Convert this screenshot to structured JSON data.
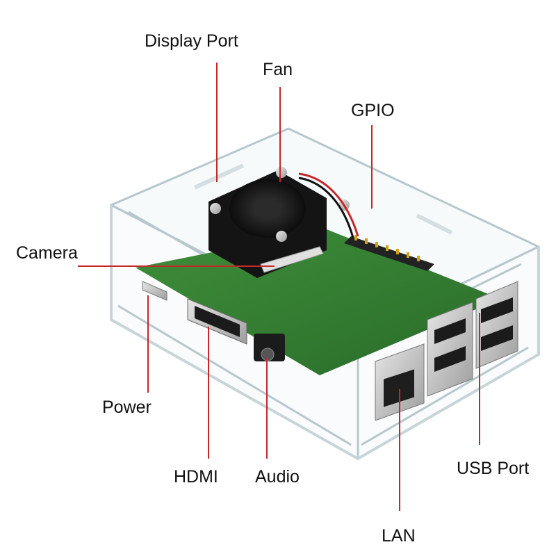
{
  "labels": {
    "display_port": "Display Port",
    "fan": "Fan",
    "gpio": "GPIO",
    "camera": "Camera",
    "power": "Power",
    "hdmi": "HDMI",
    "audio": "Audio",
    "lan": "LAN",
    "usb_port": "USB Port"
  },
  "colors": {
    "leader_line": "#c62828",
    "label_text": "#111111",
    "pcb": "#2e7d32",
    "acrylic_edge": "#b7c7cc",
    "fan": "#1a1a1a",
    "metal": "#c9c9c9"
  }
}
